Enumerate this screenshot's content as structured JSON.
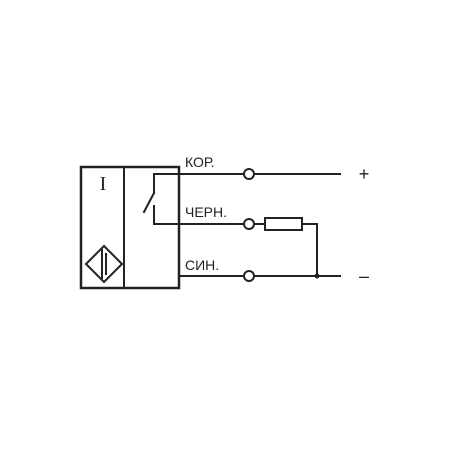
{
  "diagram": {
    "sensor": {
      "function_symbol": "I"
    },
    "wires": [
      {
        "id": "brown",
        "label": "КОР."
      },
      {
        "id": "black",
        "label": "ЧЕРН."
      },
      {
        "id": "blue",
        "label": "СИН."
      }
    ],
    "terminals": {
      "plus": "+",
      "minus": "–"
    }
  }
}
